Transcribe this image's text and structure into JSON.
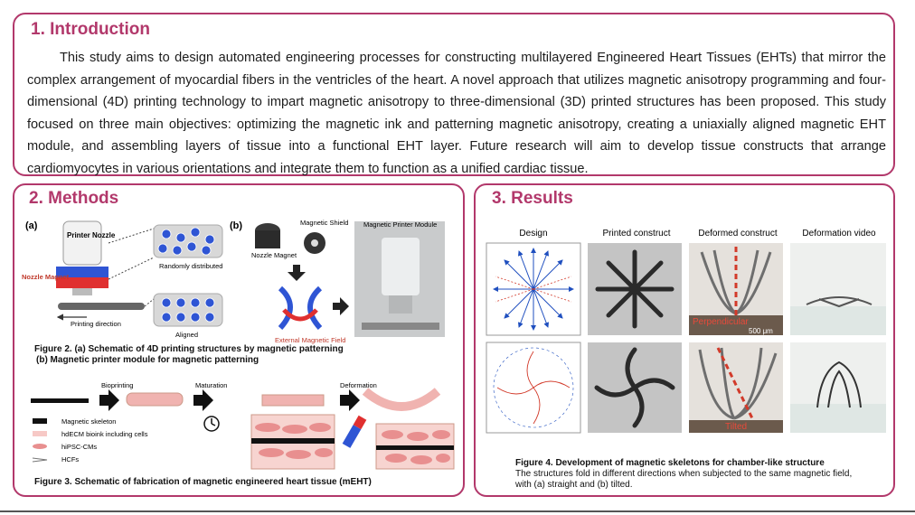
{
  "intro": {
    "title": "1. Introduction",
    "text": "This study aims to design automated engineering processes for constructing multilayered Engineered Heart Tissues (EHTs) that mirror the complex arrangement of myocardial fibers in the ventricles of the heart. A novel approach that utilizes magnetic anisotropy programming and four-dimensional (4D) printing technology to impart magnetic anisotropy to three-dimensional (3D) printed structures has been proposed. This study focused on three main objectives: optimizing the magnetic ink and patterning magnetic anisotropy, creating a uniaxially aligned magnetic EHT module, and assembling layers of tissue into a functional EHT layer. Future research will aim to develop tissue constructs that arrange cardiomyocytes in various orientations and integrate them to function as a unified cardiac tissue."
  },
  "methods": {
    "title": "2. Methods",
    "fig2": {
      "panel_a": "(a)",
      "panel_b": "(b)",
      "printer_nozzle": "Printer Nozzle",
      "randomly_distributed": "Randomly distributed",
      "nozzle_magnet": "Nozzle Magnet",
      "printing_direction": "Printing direction",
      "aligned": "Aligned",
      "magnetic_shield": "Magnetic Shield",
      "nozzle_magnet_b": "Nozzle Magnet",
      "external_field": "External Magnetic Field",
      "module": "Magnetic Printer Module",
      "caption_line1": "Figure 2. (a) Schematic of 4D printing structures by magnetic patterning",
      "caption_line2": "(b) Magnetic printer module for magnetic patterning"
    },
    "fig3": {
      "bioprinting": "Bioprinting",
      "maturation": "Maturation",
      "deformation": "Deformation",
      "legend": [
        "Magnetic skeleton",
        "hdECM bioink including cells",
        "hiPSC-CMs",
        "HCFs"
      ],
      "caption": "Figure 3. Schematic of fabrication of magnetic engineered heart tissue (mEHT)"
    }
  },
  "results": {
    "title": "3. Results",
    "columns": [
      "Design",
      "Printed construct",
      "Deformed construct",
      "Deformation video"
    ],
    "label_perpendicular": "Perpendicular",
    "label_tilted": "Tilted",
    "scale_bar": "500 μm",
    "caption_title": "Figure 4. Development of magnetic skeletons for chamber-like structure",
    "caption_line1": "The structures fold in different directions when subjected to the same magnetic field,",
    "caption_line2": "with (a) straight and (b) tilted."
  },
  "colors": {
    "accent": "#b2386b",
    "arrow_blue": "#1f4fbf",
    "line_red": "#d23a2a",
    "tissue_pink": "#f0b3b0"
  }
}
